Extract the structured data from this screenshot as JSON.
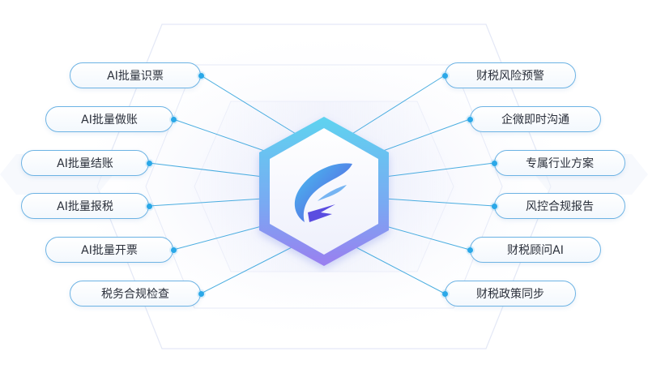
{
  "hub": {
    "logo_icon": "wing-logo-icon",
    "colors": {
      "border_top": "#5fd3f0",
      "border_bottom": "#9a7ff0",
      "accent": "#5b4de0"
    }
  },
  "left_items": [
    {
      "label": "AI批量识票"
    },
    {
      "label": "AI批量做账"
    },
    {
      "label": "AI批量结账"
    },
    {
      "label": "AI批量报税"
    },
    {
      "label": "AI批量开票"
    },
    {
      "label": "税务合规检查"
    }
  ],
  "right_items": [
    {
      "label": "财税风险预警"
    },
    {
      "label": "企微即时沟通"
    },
    {
      "label": "专属行业方案"
    },
    {
      "label": "风控合规报告"
    },
    {
      "label": "财税顾问AI"
    },
    {
      "label": "财税政策同步"
    }
  ],
  "connector_color": "#1e9ad8"
}
